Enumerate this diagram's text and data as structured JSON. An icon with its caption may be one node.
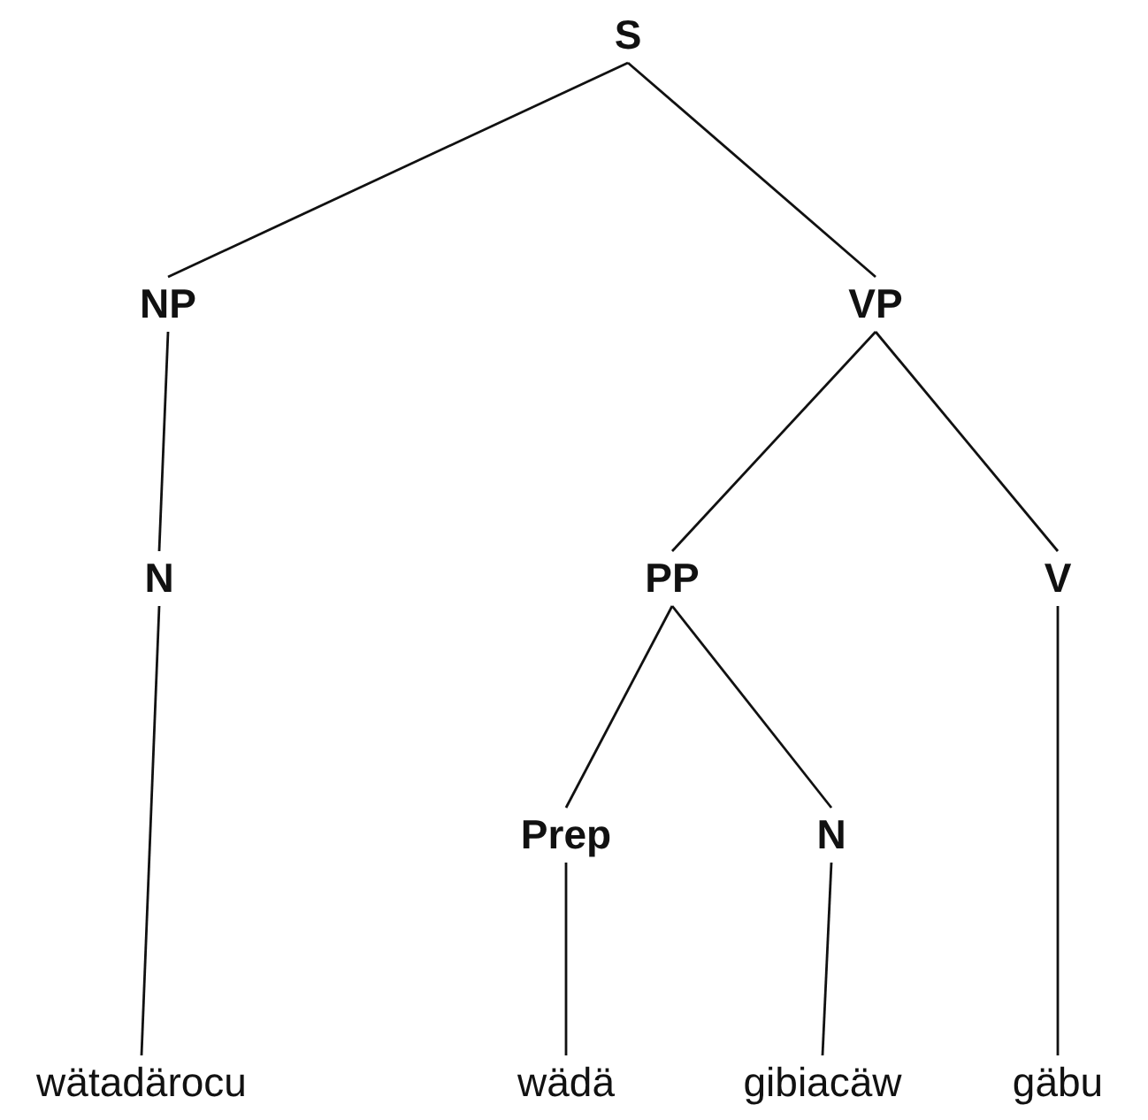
{
  "diagram": {
    "nodes": [
      {
        "text": [
          "S"
        ]
      },
      {
        "text": [
          "NP"
        ]
      },
      {
        "text": [
          "VP"
        ]
      },
      {
        "text": [
          "N"
        ]
      },
      {
        "text": [
          "PP"
        ]
      },
      {
        "text": [
          "V"
        ]
      },
      {
        "text": [
          "Prep"
        ]
      },
      {
        "text": [
          "N"
        ]
      },
      {
        "text": [
          "wätadärocu"
        ]
      },
      {
        "text": [
          "wädä"
        ]
      },
      {
        "text": [
          "gibiacäw"
        ]
      },
      {
        "text": [
          "gäbu"
        ]
      }
    ],
    "edges": [
      {
        "from": 0,
        "to": 1,
        "arrow": "none"
      },
      {
        "from": 0,
        "to": 2,
        "arrow": "none"
      },
      {
        "from": 1,
        "to": 3,
        "arrow": "none"
      },
      {
        "from": 3,
        "to": 8,
        "arrow": "none"
      },
      {
        "from": 2,
        "to": 4,
        "arrow": "none"
      },
      {
        "from": 2,
        "to": 5,
        "arrow": "none"
      },
      {
        "from": 4,
        "to": 6,
        "arrow": "none"
      },
      {
        "from": 4,
        "to": 7,
        "arrow": "none"
      },
      {
        "from": 6,
        "to": 9,
        "arrow": "none"
      },
      {
        "from": 7,
        "to": 10,
        "arrow": "none"
      },
      {
        "from": 5,
        "to": 11,
        "arrow": "none"
      }
    ]
  }
}
